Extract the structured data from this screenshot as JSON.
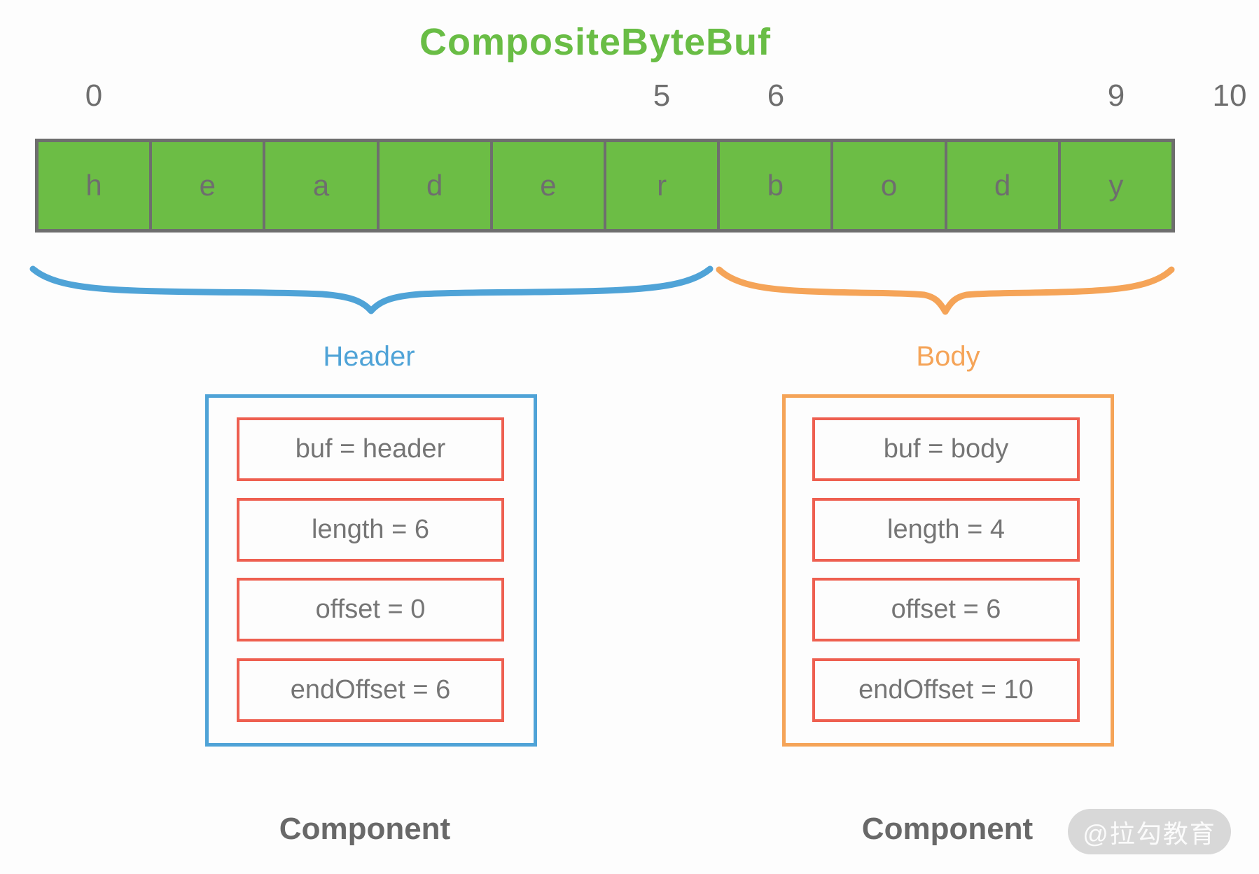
{
  "title": "CompositeByteBuf",
  "byte_array": {
    "cells": [
      "h",
      "e",
      "a",
      "d",
      "e",
      "r",
      "b",
      "o",
      "d",
      "y"
    ],
    "index_labels": [
      "0",
      "5",
      "6",
      "9",
      "10"
    ]
  },
  "sections": {
    "header": {
      "label": "Header",
      "component_label": "Component",
      "fields": [
        "buf = header",
        "length = 6",
        "offset = 0",
        "endOffset = 6"
      ]
    },
    "body": {
      "label": "Body",
      "component_label": "Component",
      "fields": [
        "buf = body",
        "length = 4",
        "offset = 6",
        "endOffset = 10"
      ]
    }
  },
  "watermark": "@拉勾教育",
  "colors": {
    "green": "#6cbd45",
    "blue": "#4fa3d7",
    "orange": "#f5a458",
    "red": "#ee5f50",
    "gray": "#6e6e6e"
  }
}
